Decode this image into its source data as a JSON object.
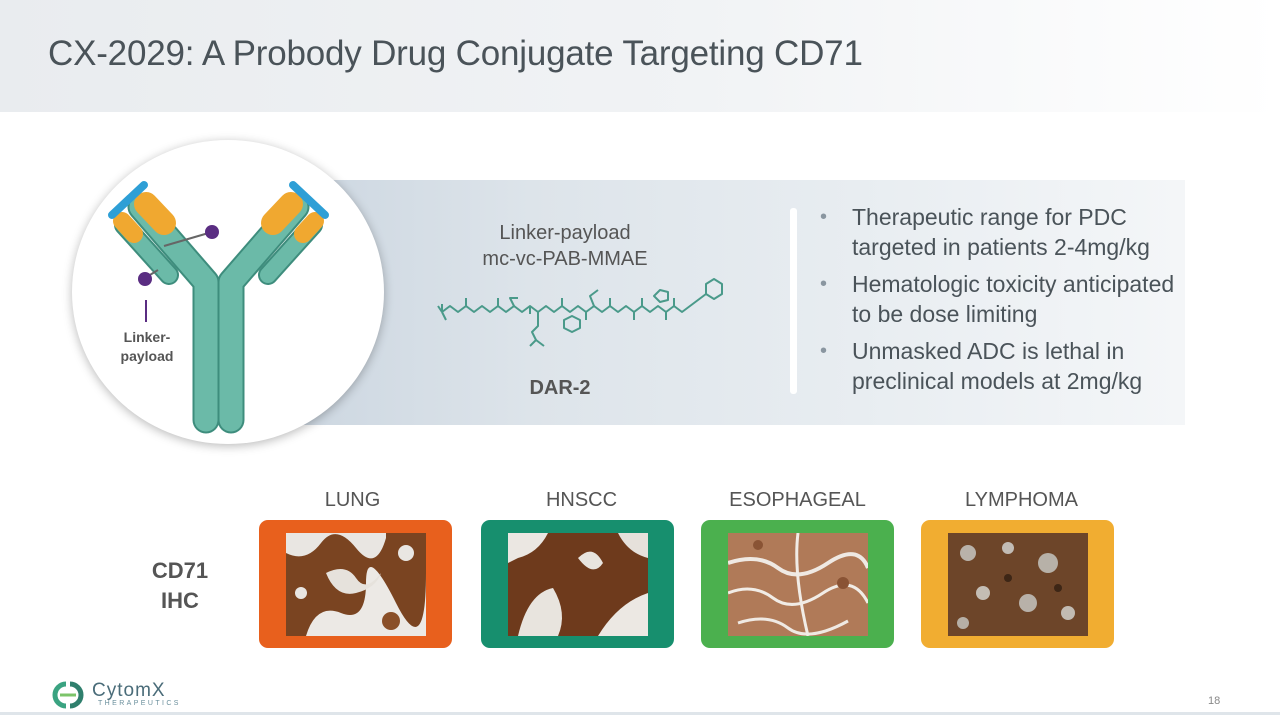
{
  "slide": {
    "title": "CX-2029: A Probody Drug Conjugate Targeting CD71",
    "page_number": "18"
  },
  "antibody": {
    "label_line1": "Linker-",
    "label_line2": "payload"
  },
  "linker": {
    "line1": "Linker-payload",
    "line2": "mc-vc-PAB-MMAE",
    "dar": "DAR-2"
  },
  "bullets": [
    {
      "line1": "Therapeutic range for PDC",
      "line2": "targeted in patients 2-4mg/kg"
    },
    {
      "line1": "Hematologic toxicity anticipated",
      "line2": "to be dose limiting"
    },
    {
      "line1": "Unmasked ADC is lethal in",
      "line2": "preclinical models at 2mg/kg"
    }
  ],
  "ihc": {
    "label_line1": "CD71",
    "label_line2": "IHC",
    "panels": [
      {
        "name": "LUNG",
        "color": "#e8601d"
      },
      {
        "name": "HNSCC",
        "color": "#178f6e"
      },
      {
        "name": "ESOPHAGEAL",
        "color": "#4bb04e"
      },
      {
        "name": "LYMPHOMA",
        "color": "#f1ad31"
      }
    ]
  },
  "logo": {
    "word": "CytomX",
    "sub": "THERAPEUTICS"
  },
  "colors": {
    "title_text": "#4a5359",
    "antibody_teal": "#5fb3a1",
    "antibody_gold": "#f0a830",
    "antibody_blue": "#2e9fd6",
    "payload_purple": "#5a2d82"
  }
}
